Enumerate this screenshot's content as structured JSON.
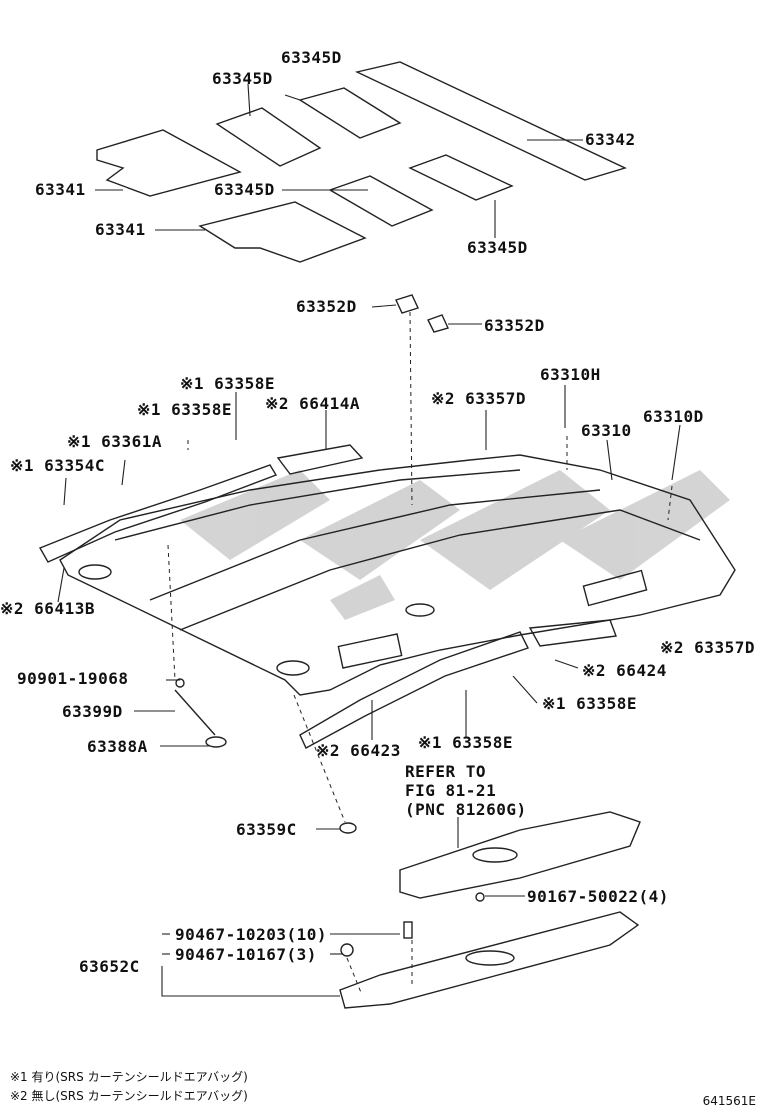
{
  "labels": {
    "p63345D_a": "63345D",
    "p63345D_b": "63345D",
    "p63342": "63342",
    "p63341_a": "63341",
    "p63345D_c": "63345D",
    "p63341_b": "63341",
    "p63345D_d": "63345D",
    "p63352D_a": "63352D",
    "p63352D_b": "63352D",
    "p63358E_a": "※1 63358E",
    "p63358E_b": "※1 63358E",
    "p66414A": "※2 66414A",
    "p63357D_a": "※2 63357D",
    "p63310H": "63310H",
    "p63310": "63310",
    "p63310D": "63310D",
    "p63361A": "※1 63361A",
    "p63354C": "※1 63354C",
    "p66413B": "※2 66413B",
    "p63357D_b": "※2 63357D",
    "p90901": "90901-19068",
    "p66424": "※2 66424",
    "p63399D": "63399D",
    "p63358E_c": "※1 63358E",
    "p63388A": "63388A",
    "p66423": "※2 66423",
    "p63358E_d": "※1 63358E",
    "refer1": "REFER TO",
    "refer2": "FIG 81-21",
    "refer3": "(PNC 81260G)",
    "p63359C": "63359C",
    "p90167": "90167-50022(4)",
    "p90467a": "90467-10203(10)",
    "p90467b": "90467-10167(3)",
    "p63652C": "63652C"
  },
  "notes": {
    "n1": "※1  有り(SRS カーテンシールドエアバッグ)",
    "n2": "※2  無し(SRS カーテンシールドエアバッグ)"
  },
  "figure_code": "641561E",
  "watermark_color": "#c9c9c9",
  "line_color": "#222222"
}
